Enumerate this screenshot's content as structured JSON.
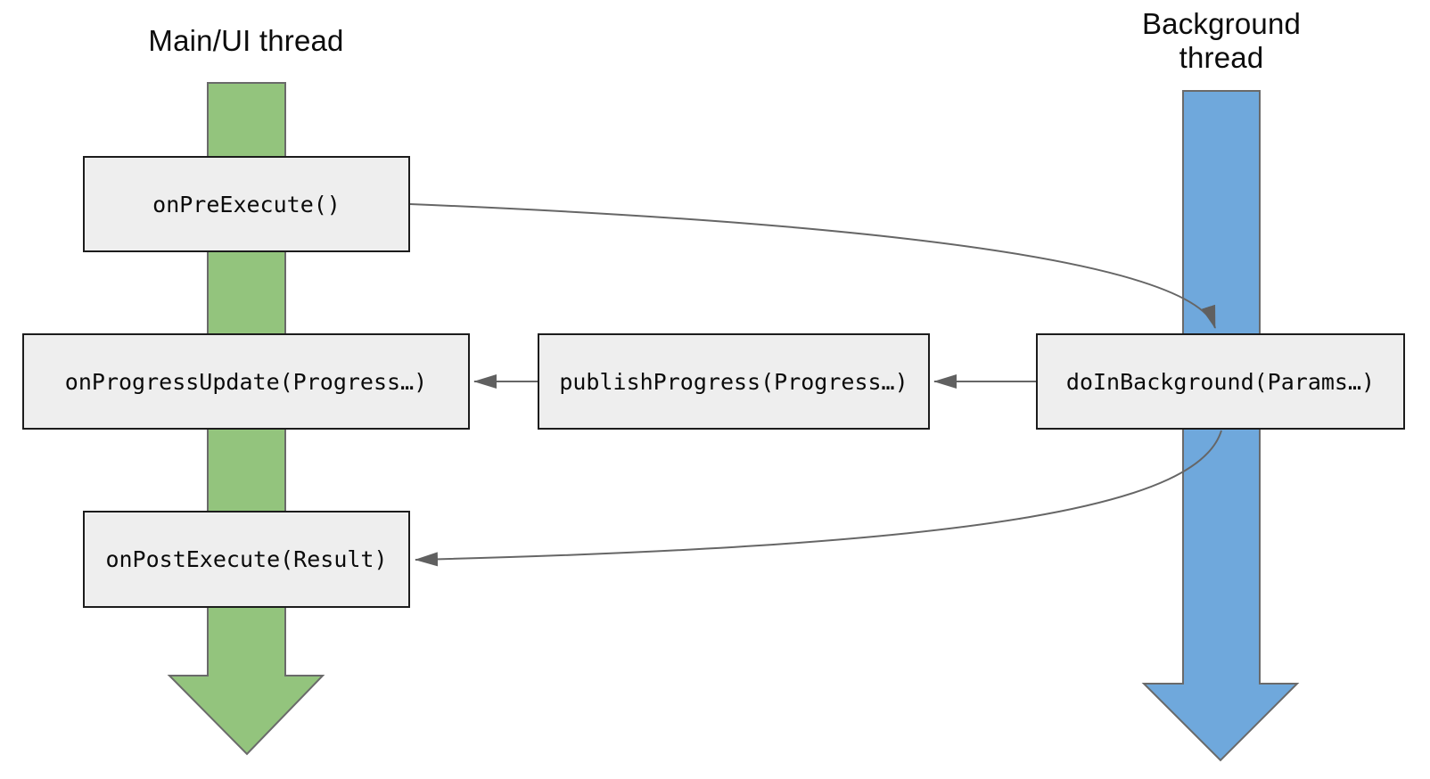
{
  "diagram": {
    "threads": {
      "main_title": "Main/UI thread",
      "background_title": "Background\nthread"
    },
    "boxes": {
      "pre_execute": "onPreExecute()",
      "progress_update": "onProgressUpdate(Progress…)",
      "publish_progress": "publishProgress(Progress…)",
      "do_in_background": "doInBackground(Params…)",
      "post_execute": "onPostExecute(Result)"
    },
    "flows": {
      "pre_execute_to_do_in_background": "onPreExecute() -> doInBackground(Params…)",
      "do_in_background_to_publish_progress": "doInBackground(Params…) -> publishProgress(Progress…)",
      "publish_progress_to_progress_update": "publishProgress(Progress…) -> onProgressUpdate(Progress…)",
      "do_in_background_to_post_execute": "doInBackground(Params…) -> onPostExecute(Result)"
    },
    "colors": {
      "main_thread_green": "#93c47d",
      "background_thread_blue": "#6fa8dc",
      "box_fill": "#eeeeee",
      "box_border": "#1c1c1c",
      "connector_gray": "#666666"
    }
  }
}
